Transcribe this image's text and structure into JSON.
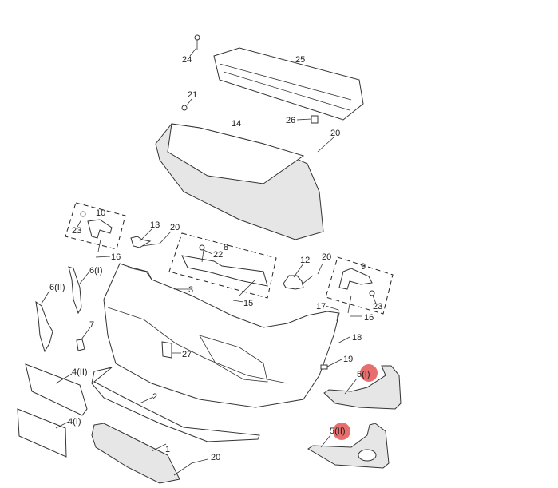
{
  "title": "Front bumper exploded parts diagram",
  "highlight_color": "#e03c3c",
  "callouts": {
    "c24": "24",
    "c25": "25",
    "c21": "21",
    "c14": "14",
    "c26": "26",
    "c20a": "20",
    "c10": "10",
    "c23a": "23",
    "c16a": "16",
    "c13": "13",
    "c20b": "20",
    "c8": "8",
    "c22": "22",
    "c3": "3",
    "c15": "15",
    "c12": "12",
    "c20c": "20",
    "c9": "9",
    "c23b": "23",
    "c17": "17",
    "c16b": "16",
    "c18": "18",
    "c27": "27",
    "c19": "19",
    "c5i": "5(I)",
    "c5ii": "5(II)",
    "c6i": "6(I)",
    "c6ii": "6(II)",
    "c7": "7",
    "c4ii": "4(II)",
    "c2": "2",
    "c4i": "4(I)",
    "c1": "1",
    "c20d": "20"
  }
}
